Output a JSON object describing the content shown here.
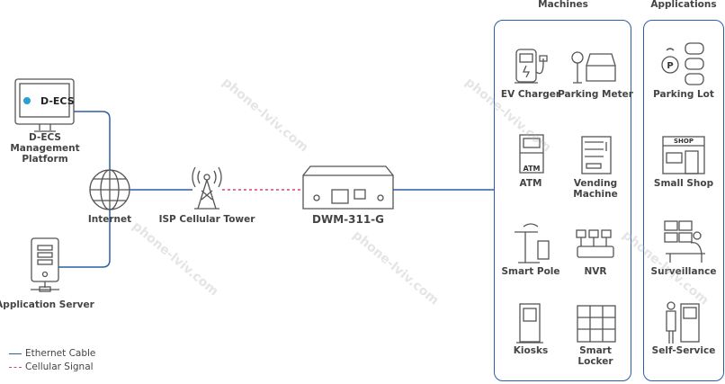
{
  "left": {
    "platform": "D-ECS Management Platform",
    "logo": "D-ECS",
    "internet": "Internet",
    "tower": "ISP Cellular Tower",
    "server": "Application Server",
    "device": "DWM-311-G"
  },
  "machines": {
    "title": "Machines",
    "items": [
      "EV Charger",
      "Parking Meter",
      "ATM",
      "Vending Machine",
      "Smart Pole",
      "NVR",
      "Kiosks",
      "Smart Locker"
    ]
  },
  "applications": {
    "title": "Applications",
    "items": [
      "Parking Lot",
      "Small Shop",
      "Surveillance",
      "Self-Service"
    ]
  },
  "legend": {
    "ethernet": "Ethernet Cable",
    "cellular": "Cellular Signal"
  },
  "colors": {
    "ethernet": "#2a5fa8",
    "cellular": "#d6456b"
  },
  "watermark": "phone-lviv.com",
  "icon_text": {
    "atm": "ATM",
    "shop": "SHOP",
    "parking": "P"
  }
}
